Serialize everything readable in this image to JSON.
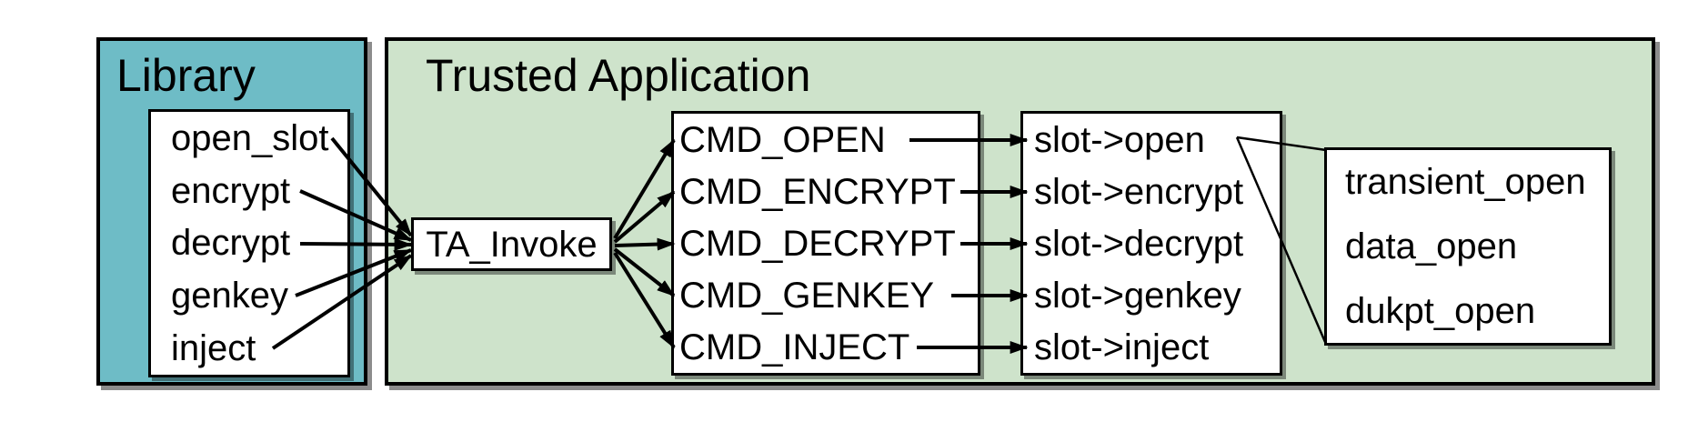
{
  "library": {
    "title": "Library",
    "items": [
      "open_slot",
      "encrypt",
      "decrypt",
      "genkey",
      "inject"
    ]
  },
  "trusted_application": {
    "title": "Trusted Application",
    "dispatcher": "TA_Invoke",
    "commands": [
      "CMD_OPEN",
      "CMD_ENCRYPT",
      "CMD_DECRYPT",
      "CMD_GENKEY",
      "CMD_INJECT"
    ],
    "slot_handlers": [
      "slot->open",
      "slot->encrypt",
      "slot->decrypt",
      "slot->genkey",
      "slot->inject"
    ],
    "open_implementations": [
      "transient_open",
      "data_open",
      "dukpt_open"
    ]
  },
  "colors": {
    "library-bg": "#6ebcc6",
    "ta-bg": "#cee3cb",
    "panel-bg": "#ffffff",
    "line": "#000000"
  }
}
